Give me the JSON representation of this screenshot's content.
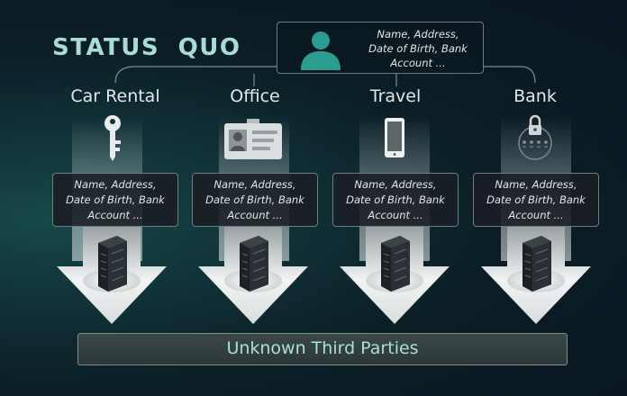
{
  "title": "STATUS QUO",
  "top_box": {
    "icon": "person-icon",
    "lines": [
      "Name, Address,",
      "Date of Birth, Bank",
      "Account ..."
    ]
  },
  "columns": [
    {
      "label": "Car Rental",
      "icon": "key-icon",
      "lines": [
        "Name, Address,",
        "Date of Birth, Bank",
        "Account ..."
      ],
      "server_icon": "server-icon"
    },
    {
      "label": "Office",
      "icon": "id-badge-icon",
      "lines": [
        "Name, Address,",
        "Date of Birth, Bank",
        "Account ..."
      ],
      "server_icon": "server-icon"
    },
    {
      "label": "Travel",
      "icon": "smartphone-icon",
      "lines": [
        "Name, Address,",
        "Date of Birth, Bank",
        "Account ..."
      ],
      "server_icon": "server-icon"
    },
    {
      "label": "Bank",
      "icon": "pin-lock-icon",
      "lines": [
        "Name, Address,",
        "Date of Birth, Bank",
        "Account ..."
      ],
      "server_icon": "server-icon"
    }
  ],
  "bottom_bar": {
    "label": "Unknown Third Parties"
  },
  "colors": {
    "accent_text": "#a7ddd5",
    "box_border": "#6c7d7e",
    "person_fill": "#2a9d90"
  }
}
